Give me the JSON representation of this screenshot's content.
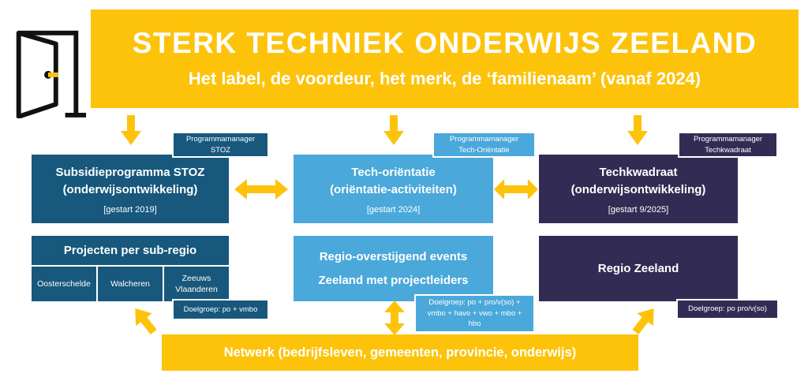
{
  "banner": {
    "title": "STERK TECHNIEK ONDERWIJS ZEELAND",
    "subtitle": "Het label, de voordeur, het merk, de ‘familienaam’ (vanaf 2024)"
  },
  "columns": [
    {
      "manager": "Programmamanager\nSTOZ",
      "program_title": "Subsidieprogramma STOZ",
      "program_subtitle": "(onderwijsontwikkeling)",
      "program_started": "[gestart 2019]",
      "secondary_title": "Projecten per sub-regio",
      "subregions": [
        "Oosterschelde",
        "Walcheren",
        "Zeeuws\nVlaanderen"
      ],
      "doelgroep": "Doelgroep: po + vmbo"
    },
    {
      "manager": "Programmamanager\nTech-Oriëntatie",
      "program_title": "Tech-oriëntatie",
      "program_subtitle": "(oriëntatie-activiteiten)",
      "program_started": "[gestart 2024]",
      "secondary_title": "Regio-overstijgend events\nZeeland met projectleiders",
      "doelgroep": "Doelgroep: po + pro/v(so) +\nvmbo + havo + vwo + mbo +\nhbo"
    },
    {
      "manager": "Programmamanager\nTechkwadraat",
      "program_title": "Techkwadraat",
      "program_subtitle": "(onderwijsontwikkeling)",
      "program_started": "[gestart 9/2025]",
      "secondary_title": "Regio Zeeland",
      "doelgroep": "Doelgroep: po pro/v(so)"
    }
  ],
  "footer": {
    "label": "Netwerk (bedrijfsleven, gemeenten, provincie, onderwijs)"
  },
  "colors": {
    "yellow": "#FDC30B",
    "teal": "#17587C",
    "light_blue": "#4AA8DA",
    "navy": "#322C55"
  }
}
